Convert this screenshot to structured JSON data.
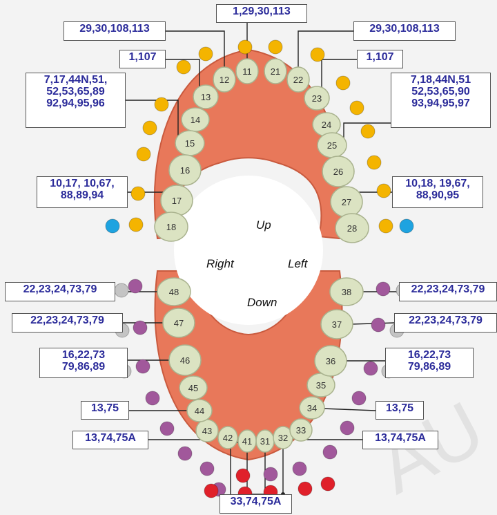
{
  "arch_labels": {
    "up": "Up",
    "down": "Down",
    "right": "Right",
    "left": "Left"
  },
  "watermark": "AU",
  "colors": {
    "gum": "#e8785a",
    "gum_dark": "#c95a3e",
    "tooth": "#dbe3c2",
    "label_text": "#2b2b9a",
    "dot_yellow": "#f4b400",
    "dot_blue": "#1ea3e0",
    "dot_purple": "#a1589b",
    "dot_red": "#e0202a",
    "dot_gray": "#c4c4c4"
  },
  "upper_teeth": [
    "11",
    "12",
    "13",
    "14",
    "15",
    "16",
    "17",
    "18",
    "21",
    "22",
    "23",
    "24",
    "25",
    "26",
    "27",
    "28"
  ],
  "lower_teeth": [
    "31",
    "32",
    "33",
    "34",
    "35",
    "36",
    "37",
    "38",
    "41",
    "42",
    "43",
    "44",
    "45",
    "46",
    "47",
    "48"
  ],
  "callouts": [
    {
      "tooth": "11",
      "text": "1,29,30,113"
    },
    {
      "tooth": "12",
      "text": "29,30,108,113"
    },
    {
      "tooth": "22",
      "text": "29,30,108,113"
    },
    {
      "tooth": "13",
      "text": "1,107"
    },
    {
      "tooth": "23",
      "text": "1,107"
    },
    {
      "tooth": "15",
      "text": "7,17,44N,51,\n52,53,65,89\n92,94,95,96"
    },
    {
      "tooth": "25",
      "text": "7,18,44N,51\n52,53,65,90\n93,94,95,97"
    },
    {
      "tooth": "17",
      "text": "10,17, 10,67,\n88,89,94"
    },
    {
      "tooth": "27",
      "text": "10,18, 19,67,\n88,90,95"
    },
    {
      "tooth": "48",
      "text": "22,23,24,73,79"
    },
    {
      "tooth": "38",
      "text": "22,23,24,73,79"
    },
    {
      "tooth": "47",
      "text": "22,23,24,73,79"
    },
    {
      "tooth": "37",
      "text": "22,23,24,73,79"
    },
    {
      "tooth": "46",
      "text": "16,22,73\n79,86,89"
    },
    {
      "tooth": "36",
      "text": "16,22,73\n79,86,89"
    },
    {
      "tooth": "44",
      "text": "13,75"
    },
    {
      "tooth": "34",
      "text": "13,75"
    },
    {
      "tooth": "43",
      "text": "13,74,75A"
    },
    {
      "tooth": "33",
      "text": "13,74,75A"
    },
    {
      "tooth": "31",
      "text": "33,74,75A"
    }
  ]
}
